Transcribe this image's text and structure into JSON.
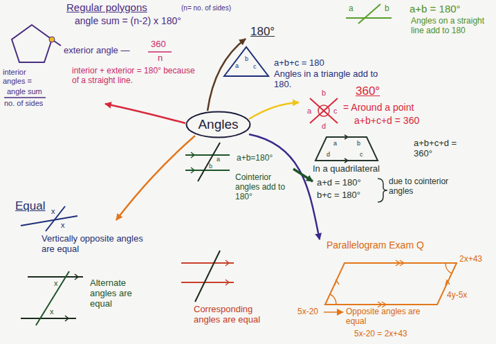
{
  "diagram": {
    "nodes": [
      {
        "text": [
          "Angles"
        ]
      }
    ],
    "labels": [
      "Regular polygons",
      "(n= no. of sides)",
      "angle sum = (n-2) x 180°",
      "exterior angle —",
      "360",
      "n",
      "interior + exterior = 180° because of a straight line.",
      "interior angles =",
      "angle sum",
      "no. of sides",
      "180°",
      "a",
      "b",
      "c",
      "a+b+c = 180",
      "Angles in a triangle add to 180.",
      "a",
      "b",
      "a+b = 180°",
      "Angles on a straight line add to 180",
      "360°",
      "a",
      "b",
      "c",
      "d",
      "= Around a point",
      "a+b+c+d = 360",
      "a",
      "b",
      "d",
      "c",
      "a+b+c+d = 360°",
      "In a quadrilateral",
      "a+d = 180°",
      "b+c = 180°",
      "due to cointerior angles",
      "a",
      "b",
      "a+b=180°",
      "Cointerior angles add to 180°",
      "Parallelogram Exam Q",
      "2x+43",
      "4y-5x",
      "5x-20",
      "Opposite angles are equal",
      "5x-20 = 2x+43",
      "Equal",
      "x",
      "x",
      "Vertically opposite angles are equal",
      "x",
      "x",
      "Alternate angles are equal",
      "Corresponding angles are equal"
    ]
  }
}
